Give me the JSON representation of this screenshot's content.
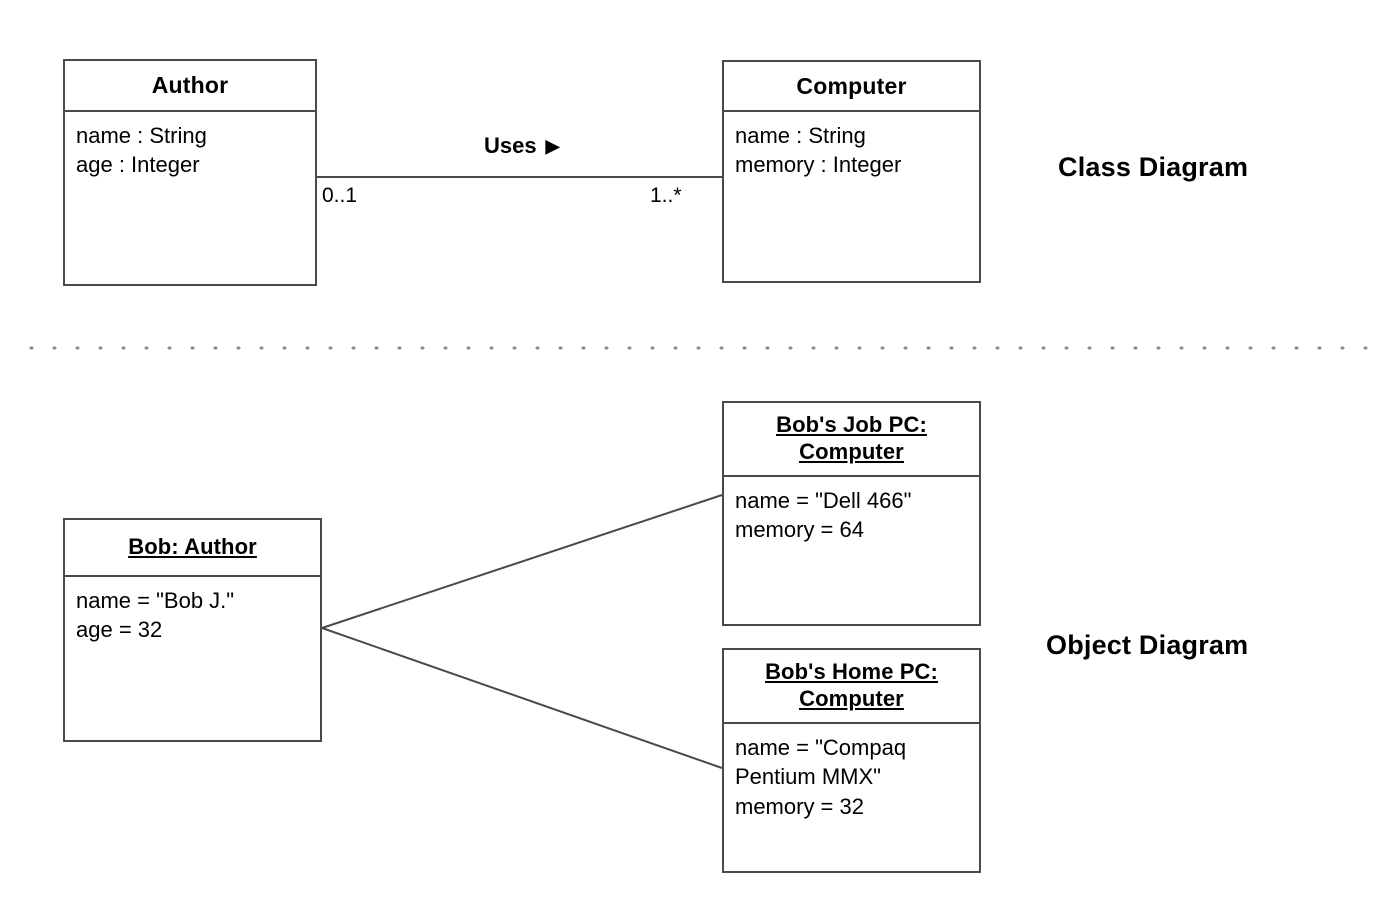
{
  "diagram": {
    "kind": "uml-class-and-object-diagram",
    "background_color": "#ffffff",
    "line_color": "#4a4a4a",
    "text_color": "#000000"
  },
  "sections": {
    "class_diagram_label": "Class Diagram",
    "object_diagram_label": "Object Diagram",
    "divider_style": "dotted"
  },
  "class_diagram": {
    "classes": [
      {
        "name": "Author",
        "attributes": [
          "name : String",
          "age : Integer"
        ]
      },
      {
        "name": "Computer",
        "attributes": [
          "name : String",
          "memory : Integer"
        ]
      }
    ],
    "association": {
      "label": "Uses",
      "direction_marker": "▶",
      "source_multiplicity": "0..1",
      "target_multiplicity": "1..*"
    }
  },
  "object_diagram": {
    "objects": [
      {
        "title_lines": [
          "Bob: Author"
        ],
        "slots": [
          "name = \"Bob J.\"",
          "age = 32"
        ]
      },
      {
        "title_lines": [
          "Bob's Job PC:",
          "Computer"
        ],
        "slots": [
          "name = \"Dell 466\"",
          "memory = 64"
        ]
      },
      {
        "title_lines": [
          "Bob's Home PC:",
          "Computer"
        ],
        "slots": [
          "name = \"Compaq",
          "Pentium MMX\"",
          "memory = 32"
        ]
      }
    ],
    "links": [
      {
        "from": "Bob: Author",
        "to": "Bob's Job PC: Computer"
      },
      {
        "from": "Bob: Author",
        "to": "Bob's Home PC: Computer"
      }
    ]
  }
}
